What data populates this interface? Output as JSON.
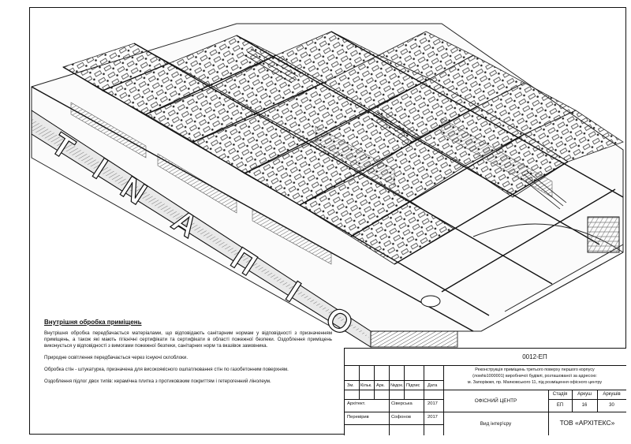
{
  "notes": {
    "title": "Внутрішня обробка приміщень",
    "paragraphs": [
      "Внутрішня обробка передбачається матеріалами, що відповідають санітарним нормам у відповідності з призначенням приміщень, а також які мають гігієнічні сертифікати та сертифікати в області пожежної безпеки. Оздоблення приміщень виконується у відповідності з вимогами пожежної безпеки, санітарних норм та вказівок замовника.",
      "Природне освітлення передбачається через існуючі склоблоки.",
      "Обробка стін - штукатурка, призначена для високоякісного ошпатлювання стін по газобетонним поверхням.",
      "Оздоблення підлог двох типів: керамічна плитка з протиковзким покриттям і гетерогенний лінолеум."
    ]
  },
  "title_block": {
    "project_code": "0012-ЕП",
    "project_description": [
      "Реконструкція приміщень третього поверху першого корпусу",
      "(лом№1000001) виробничої будівлі, розташованої за адресою:",
      "м. Запоріжжя, пр. Маяковського 11, під розміщення офісного центру"
    ],
    "headers": [
      "Зм.",
      "Кільк.",
      "Арк.",
      "№док.",
      "Підпис",
      "Дата"
    ],
    "staff": [
      {
        "role": "Архітект.",
        "name": "Сіверська",
        "date": "2017"
      },
      {
        "role": "Перевірив",
        "name": "Софонов",
        "date": "2017"
      }
    ],
    "object_name": "ОФІСНИЙ ЦЕНТР",
    "sheet_title": "Вид інтер'єру",
    "stage_label": "Стадія",
    "sheet_label": "Аркуш",
    "sheets_label": "Аркушів",
    "stage": "ЕП",
    "sheet": "16",
    "sheets": "30",
    "company": "ТОВ «АРХІТЕКС»"
  },
  "facade_letters": [
    "T",
    "I",
    "N",
    "A",
    "П",
    "I",
    "O"
  ]
}
